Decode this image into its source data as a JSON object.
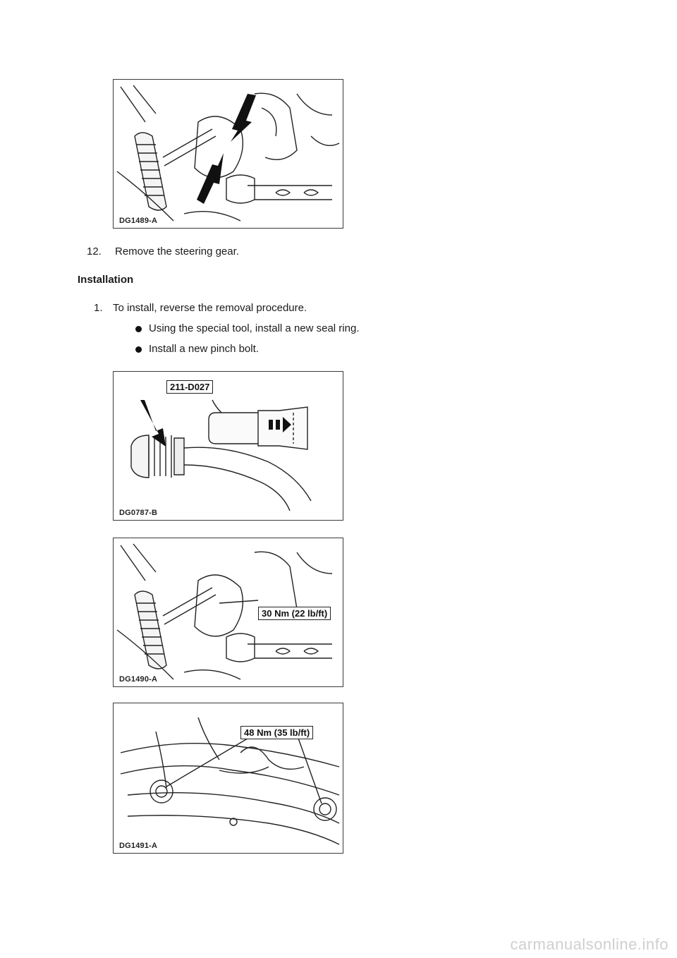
{
  "figures": [
    {
      "id": "DG1489-A"
    },
    {
      "id": "DG0787-B",
      "callout": "211-D027"
    },
    {
      "id": "DG1490-A",
      "callout": "30 Nm (22 lb/ft)"
    },
    {
      "id": "DG1491-A",
      "callout": "48 Nm (35 lb/ft)"
    }
  ],
  "removal_step": {
    "number": "12.",
    "text": "Remove the steering gear."
  },
  "installation": {
    "heading": "Installation",
    "step": {
      "number": "1.",
      "text": "To install, reverse the removal procedure."
    },
    "bullets": [
      "Using the special tool, install a new seal ring.",
      "Install a new pinch bolt."
    ]
  },
  "watermark": "carmanualsonline.info"
}
